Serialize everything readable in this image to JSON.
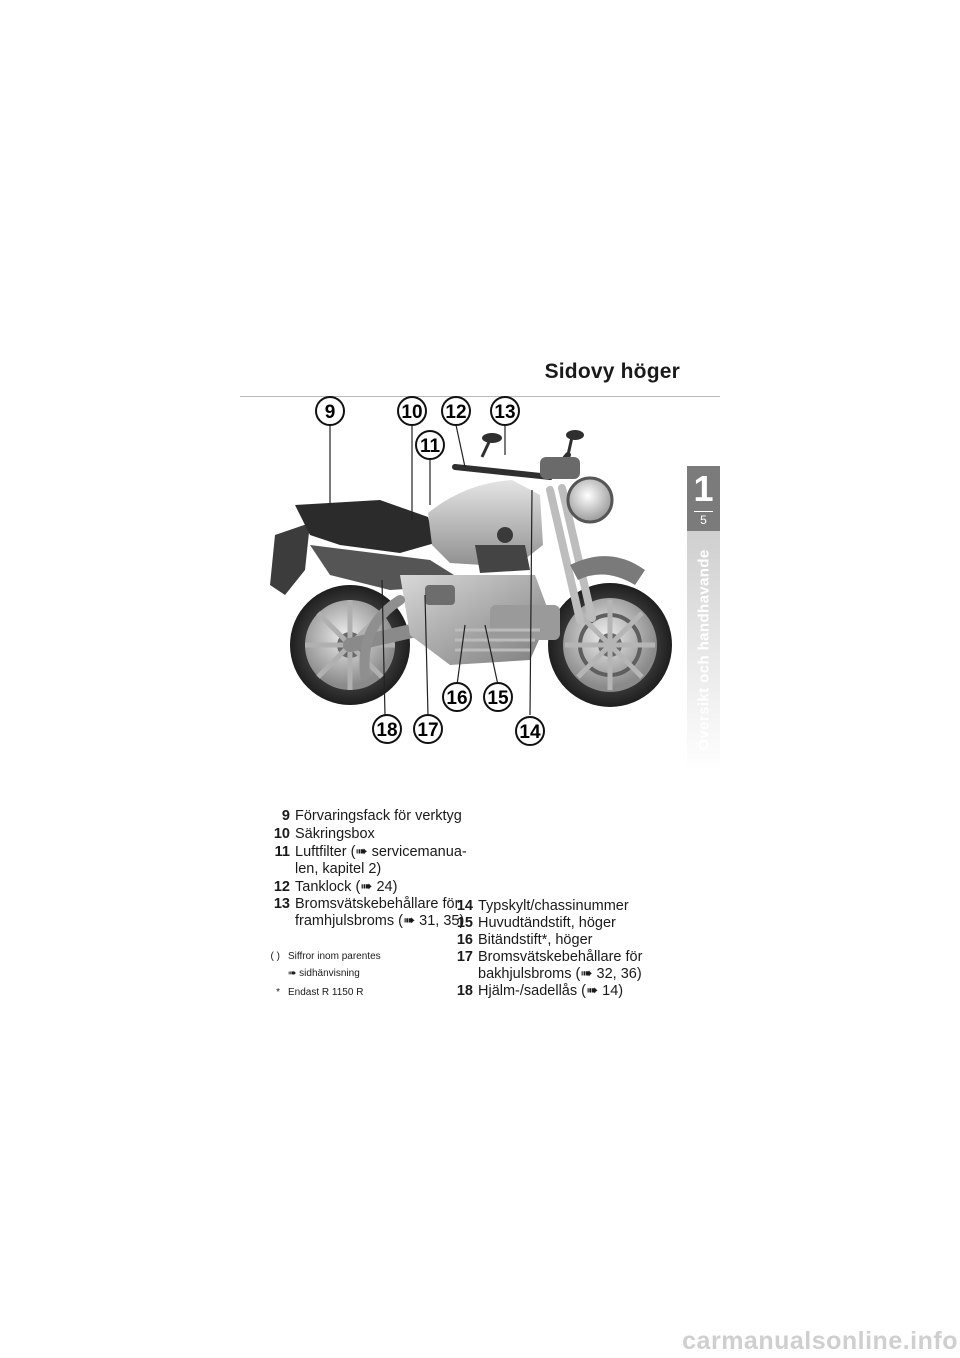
{
  "page": {
    "title": "Sidovy höger",
    "chapter_number": "1",
    "page_number": "5",
    "side_label": "Översikt och handhavande",
    "watermark": "carmanualsonline.info"
  },
  "callouts": [
    "9",
    "10",
    "11",
    "12",
    "13",
    "14",
    "15",
    "16",
    "17",
    "18"
  ],
  "legend_left": [
    {
      "num": "9",
      "lines": [
        "Förvaringsfack för verktyg"
      ]
    },
    {
      "num": "10",
      "lines": [
        "Säkringsbox"
      ]
    },
    {
      "num": "11",
      "lines": [
        "Luftfilter (➠ servicemanua-",
        "len, kapitel 2)"
      ]
    },
    {
      "num": "12",
      "lines": [
        "Tanklock (➠ 24)"
      ]
    },
    {
      "num": "13",
      "lines": [
        "Bromsvätskebehållare för",
        "framhjulsbroms (➠ 31, 35)"
      ]
    }
  ],
  "legend_right": [
    {
      "num": "14",
      "lines": [
        "Typskylt/chassinummer"
      ]
    },
    {
      "num": "15",
      "lines": [
        "Huvudtändstift, höger"
      ]
    },
    {
      "num": "16",
      "lines": [
        "Bitändstift*, höger"
      ]
    },
    {
      "num": "17",
      "lines": [
        "Bromsvätskebehållare för",
        "bakhjulsbroms (➠ 32, 36)"
      ]
    },
    {
      "num": "18",
      "lines": [
        "Hjälm-/sadellås (➠ 14)"
      ]
    }
  ],
  "notes": [
    {
      "symbol": "( )",
      "text": "Siffror inom parentes"
    },
    {
      "symbol": "",
      "text": "➠ sidhänvisning"
    },
    {
      "symbol": "*",
      "text": "Endast R 1150 R"
    }
  ]
}
